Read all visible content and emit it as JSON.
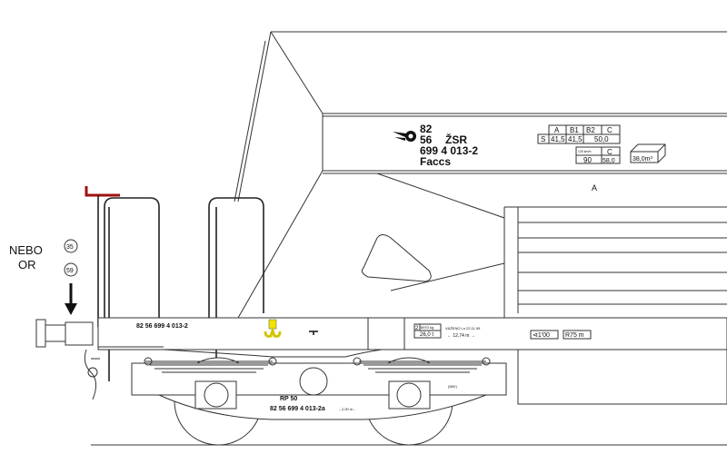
{
  "left_note": {
    "line1": "NEBO",
    "line2": "OR",
    "mark1": "35",
    "mark2": "59"
  },
  "marking": {
    "country": "82",
    "code": "56",
    "operator": "ŽSR",
    "number": "699 4 013-2",
    "type": "Faccs"
  },
  "load_table": {
    "headers": [
      "A",
      "B1",
      "B2",
      "C"
    ],
    "row_label": "S",
    "values": [
      "41,5",
      "41,5",
      "50,0"
    ],
    "speed_label": "120 km/h",
    "speed_header": "C",
    "speed_values": [
      "90",
      "58,0"
    ]
  },
  "volume": "38,0m³",
  "side_letter": "A",
  "frame": {
    "number": "82 56 699 4 013-2",
    "weight_top": "2",
    "weight_kg": "8970 kg",
    "weight_t": "26,0 t",
    "weighed": "VÁŽENO Lo 22.11.99",
    "length": "← 12,74 m →",
    "brake": "⊲1'00",
    "radius": "R75 m"
  },
  "bogie": {
    "code": "RP 50",
    "number": "82 56 699 4 013-2a",
    "wheelbase": "→2,00 m←",
    "tag": "(58V)"
  },
  "colors": {
    "hook": "#f2e400",
    "step": "#a01010"
  }
}
